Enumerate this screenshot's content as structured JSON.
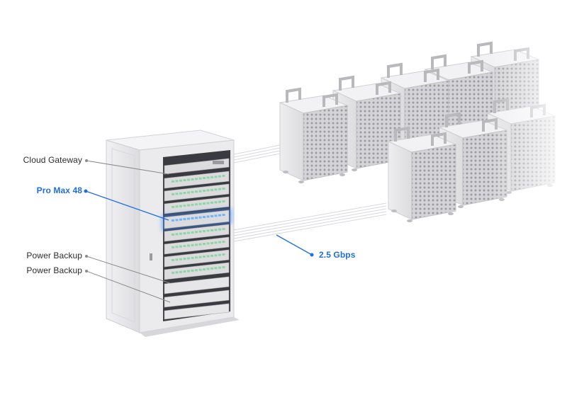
{
  "colors": {
    "accent": "#1f6fe0",
    "label_text": "#2b2b2b",
    "leader_gray": "#8a8a8a",
    "chassis": "#e4e4e6",
    "chassis_dark": "#c9c9cc",
    "port_green": "#8fd6a6",
    "highlight_glow": "#3d8bff"
  },
  "labels": {
    "cloud_gateway": "Cloud Gateway",
    "pro_max_48": "Pro Max 48",
    "power_backup_1": "Power Backup",
    "power_backup_2": "Power Backup",
    "link_speed": "2.5 Gbps"
  },
  "icons": {
    "rack": "server-rack-icon",
    "tower": "tower-server-icon"
  }
}
